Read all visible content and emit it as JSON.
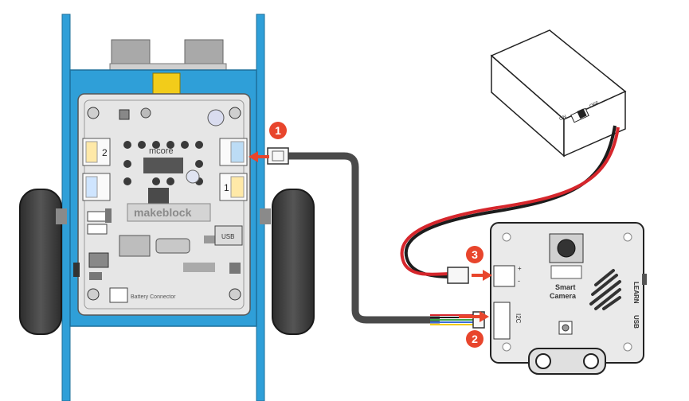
{
  "robot": {
    "brand_logo": "makeblock",
    "board_logo": "mcore",
    "port_labels": [
      "2",
      "1"
    ],
    "usb_label": "USB",
    "battery_label": "Battery Connector"
  },
  "camera": {
    "name_line1": "Smart",
    "name_line2": "Camera",
    "learn_label": "LEARN",
    "usb_label": "USB",
    "i2c_label": "I2C",
    "plus_label": "+",
    "minus_label": "-"
  },
  "battery_box": {
    "switch_on": "ON",
    "switch_off": "OFF"
  },
  "steps": [
    {
      "number": "1"
    },
    {
      "number": "2"
    },
    {
      "number": "3"
    }
  ],
  "colors": {
    "chassis_blue": "#2f9fd8",
    "board": "#e6e6e6",
    "step_badge": "#e8452c",
    "wire_gray": "#4a4a4a",
    "wire_red": "#d6262c",
    "wire_black": "#1c1c1c"
  }
}
